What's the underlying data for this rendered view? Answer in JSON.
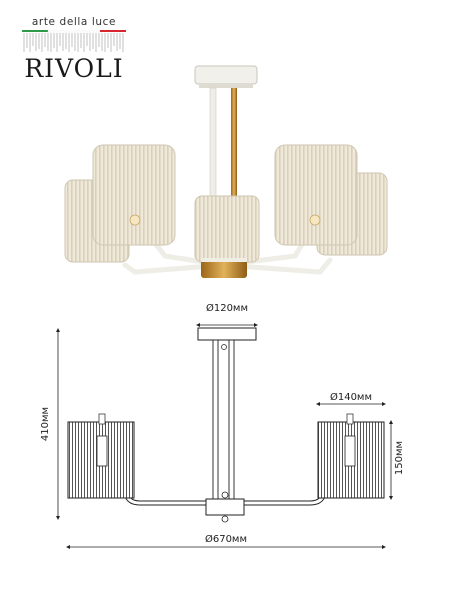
{
  "brand": {
    "tagline": "arte della luce",
    "name": "RIVOLI"
  },
  "dimensions": {
    "canopy_diameter": "Ø120мм",
    "shade_diameter": "Ø140мм",
    "height": "410мм",
    "shade_height": "150мм",
    "overall_diameter": "Ø670мм"
  },
  "colors": {
    "flag_green": "#2e9a48",
    "flag_red": "#d8262e",
    "frame_white": "#efeee8",
    "brass": "#c58a2a",
    "shade_glass": "#e9e3d4"
  }
}
